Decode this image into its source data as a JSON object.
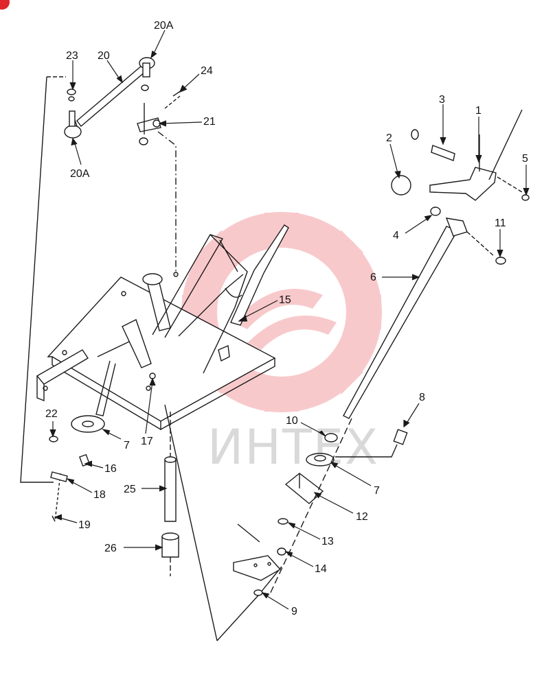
{
  "diagram": {
    "callouts": [
      {
        "id": "c1",
        "label": "1"
      },
      {
        "id": "c2",
        "label": "2"
      },
      {
        "id": "c3",
        "label": "3"
      },
      {
        "id": "c4",
        "label": "4"
      },
      {
        "id": "c5",
        "label": "5"
      },
      {
        "id": "c6",
        "label": "6"
      },
      {
        "id": "c7a",
        "label": "7"
      },
      {
        "id": "c7b",
        "label": "7"
      },
      {
        "id": "c8",
        "label": "8"
      },
      {
        "id": "c9",
        "label": "9"
      },
      {
        "id": "c10",
        "label": "10"
      },
      {
        "id": "c11",
        "label": "11"
      },
      {
        "id": "c12",
        "label": "12"
      },
      {
        "id": "c13",
        "label": "13"
      },
      {
        "id": "c14",
        "label": "14"
      },
      {
        "id": "c15",
        "label": "15"
      },
      {
        "id": "c16",
        "label": "16"
      },
      {
        "id": "c17",
        "label": "17"
      },
      {
        "id": "c18",
        "label": "18"
      },
      {
        "id": "c19",
        "label": "19"
      },
      {
        "id": "c20",
        "label": "20"
      },
      {
        "id": "c20a_top",
        "label": "20A"
      },
      {
        "id": "c20a_bottom",
        "label": "20A"
      },
      {
        "id": "c21",
        "label": "21"
      },
      {
        "id": "c22",
        "label": "22"
      },
      {
        "id": "c23",
        "label": "23"
      },
      {
        "id": "c24",
        "label": "24"
      },
      {
        "id": "c25",
        "label": "25"
      },
      {
        "id": "c26",
        "label": "26"
      }
    ]
  },
  "watermark": {
    "text": "ИНТЕХ",
    "color": "#e0262b"
  },
  "colors": {
    "line": "#1a1a1a",
    "watermark_red": "#f4a3a5",
    "watermark_gray": "#d9d9d9"
  }
}
